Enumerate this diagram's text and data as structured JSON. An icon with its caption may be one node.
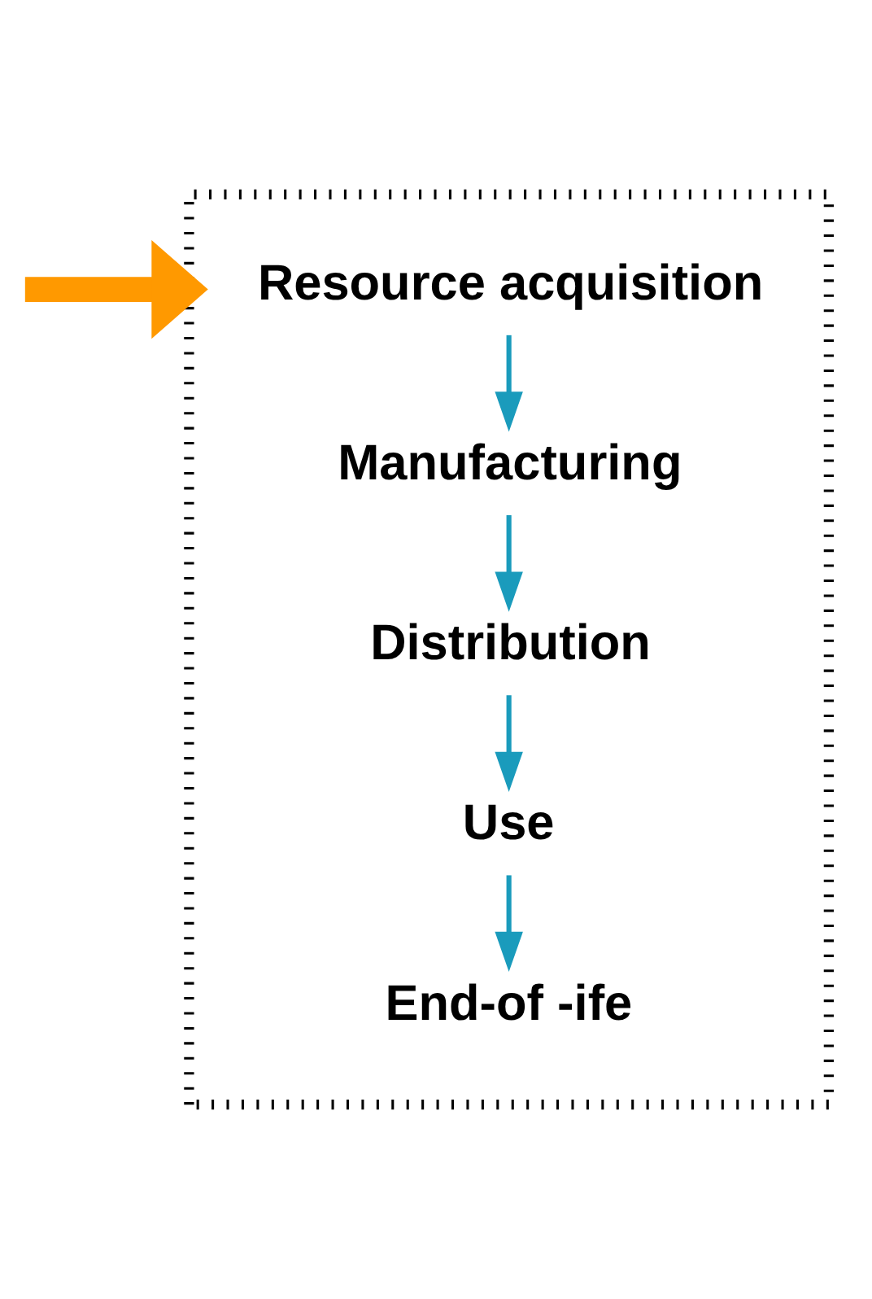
{
  "diagram": {
    "nodes": [
      {
        "text": [],
        "shape": "box"
      },
      {
        "text": [
          "Resource acquisition"
        ],
        "in": 0
      },
      {
        "text": [
          "Manufacturing"
        ],
        "in": 0
      },
      {
        "text": [
          "Distribution"
        ],
        "in": 0
      },
      {
        "text": [
          "Use"
        ],
        "in": 0
      },
      {
        "text": [
          "End-of -ife"
        ],
        "in": 0
      }
    ],
    "edges": [
      {
        "from": null,
        "to": 0,
        "arrow": "to",
        "style": "thick",
        "color": "#ff9900"
      },
      {
        "from": 1,
        "to": 2,
        "arrow": "to"
      },
      {
        "from": 2,
        "to": 3,
        "arrow": "to"
      },
      {
        "from": 3,
        "to": 4,
        "arrow": "to"
      },
      {
        "from": 4,
        "to": 5,
        "arrow": "to"
      }
    ]
  }
}
